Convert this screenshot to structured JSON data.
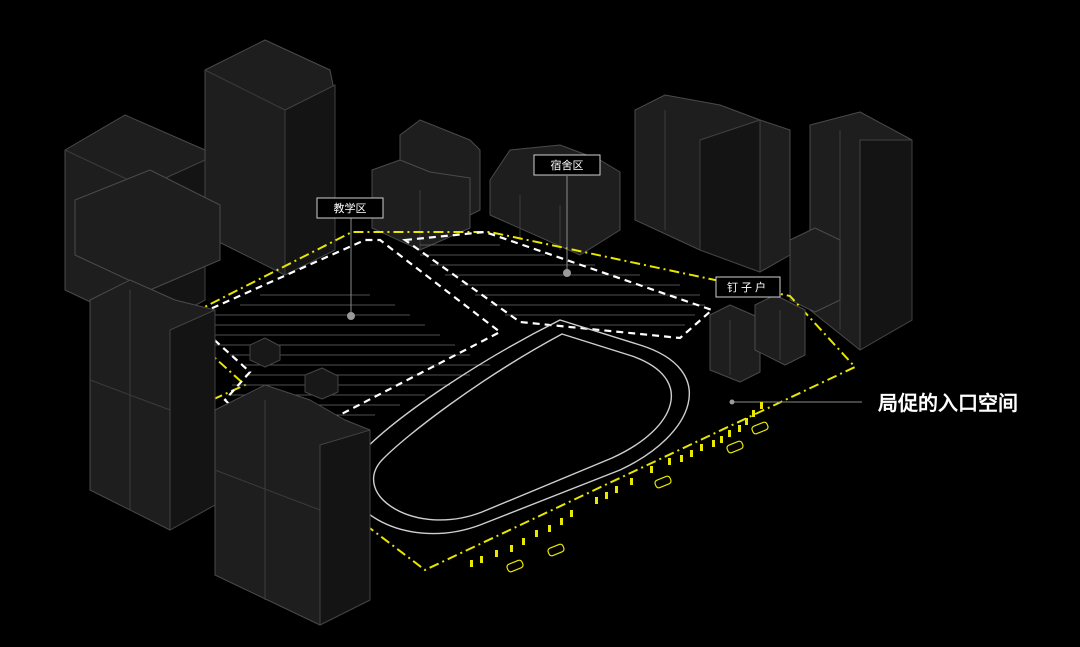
{
  "labels": {
    "teaching_zone": "教学区",
    "dormitory_zone": "宿舍区",
    "holdout_house": "钉子户"
  },
  "callout": {
    "text": "局促的入口空间"
  },
  "icons": [
    "person-icon",
    "car-icon"
  ],
  "colors": {
    "background": "#000000",
    "site_boundary": "#e6e600",
    "zone_outline": "#ffffff",
    "crowd": "#e8e800"
  }
}
